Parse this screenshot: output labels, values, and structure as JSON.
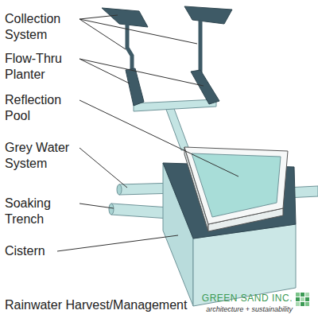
{
  "diagram": {
    "title": "Rainwater Harvest/Management",
    "labels": [
      "Collection System",
      "Flow-Thru Planter",
      "Reflection Pool",
      "Grey Water System",
      "Soaking Trench",
      "Cistern",
      "GREEN SAND INC.",
      "architecture + sustainability"
    ]
  }
}
